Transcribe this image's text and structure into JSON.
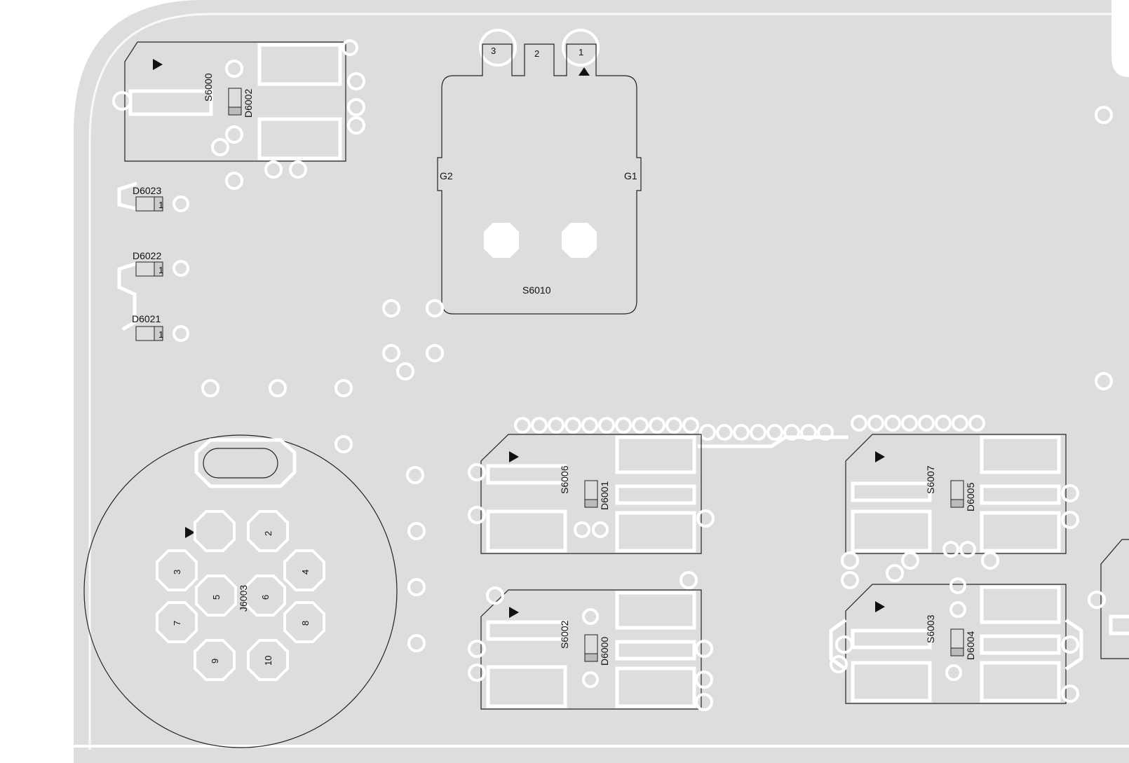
{
  "colors": {
    "board": "#dedcdd",
    "copper": "#ffffff",
    "silkscreen": "#222222",
    "background": "#ffffff"
  },
  "switches": {
    "s6000": "S6000",
    "s6006": "S6006",
    "s6002": "S6002",
    "s6007": "S6007",
    "s6003": "S6003"
  },
  "leds": {
    "d6002": "D6002",
    "d6023": "D6023",
    "d6022": "D6022",
    "d6021": "D6021",
    "d6001": "D6001",
    "d6000": "D6000",
    "d6005": "D6005",
    "d6004": "D6004",
    "pin_marker": "1"
  },
  "slide_switch": {
    "ref": "S6010",
    "pins": [
      "3",
      "2",
      "1"
    ],
    "ground_left": "G2",
    "ground_right": "G1"
  },
  "connector": {
    "ref": "J6003",
    "pins": [
      "2",
      "3",
      "4",
      "5",
      "6",
      "7",
      "8",
      "9",
      "10"
    ]
  }
}
